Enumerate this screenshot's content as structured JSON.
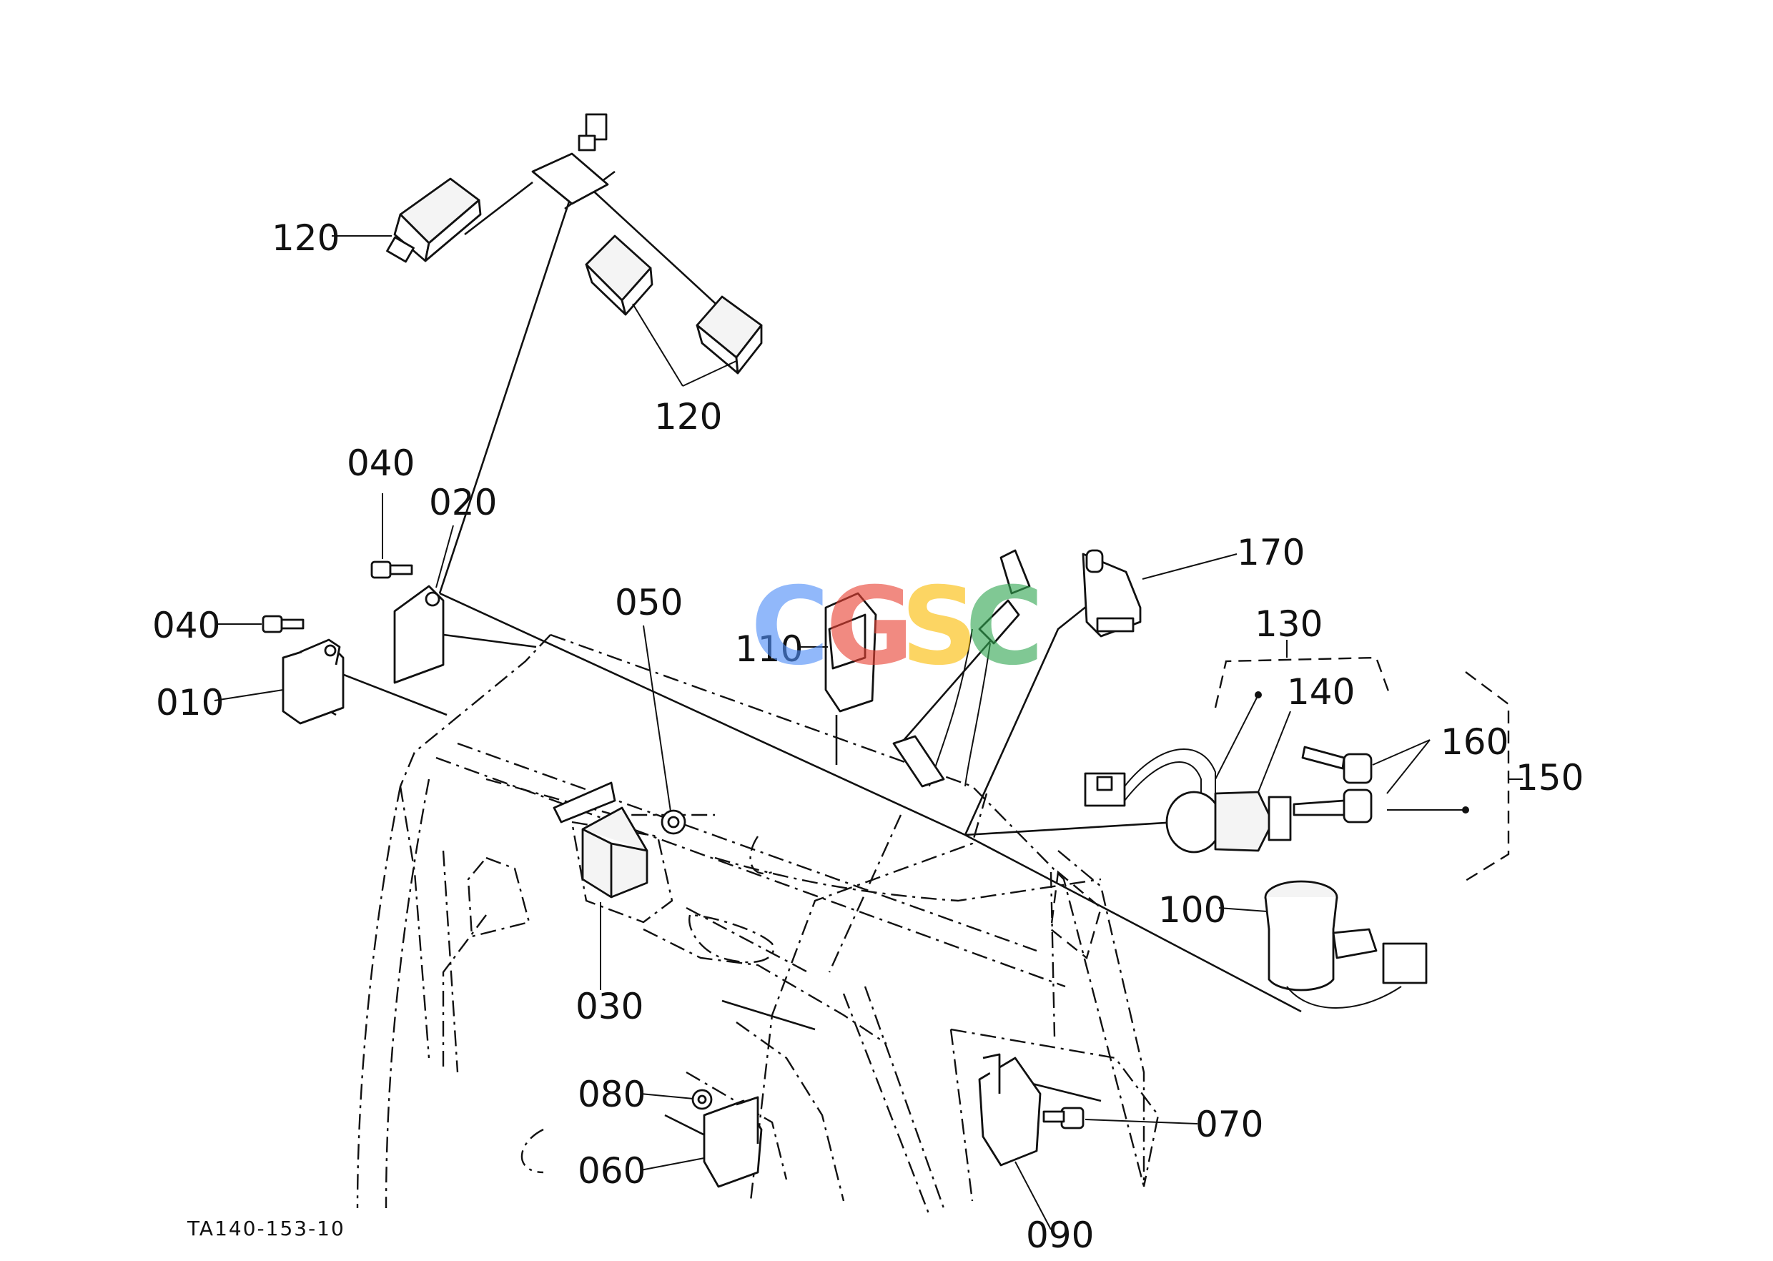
{
  "diagram": {
    "reference_code": "TA140-153-10",
    "watermark": {
      "letters": [
        "C",
        "G",
        "S",
        "C"
      ],
      "colors": [
        "#4f8ef7",
        "#ea4335",
        "#fbbc05",
        "#34a853"
      ]
    },
    "callouts": {
      "c010": "010",
      "c020": "020",
      "c030": "030",
      "c040a": "040",
      "c040b": "040",
      "c050": "050",
      "c060": "060",
      "c070": "070",
      "c080": "080",
      "c090": "090",
      "c100": "100",
      "c110": "110",
      "c120a": "120",
      "c120b": "120",
      "c130": "130",
      "c140": "140",
      "c150": "150",
      "c160": "160",
      "c170": "170"
    }
  }
}
